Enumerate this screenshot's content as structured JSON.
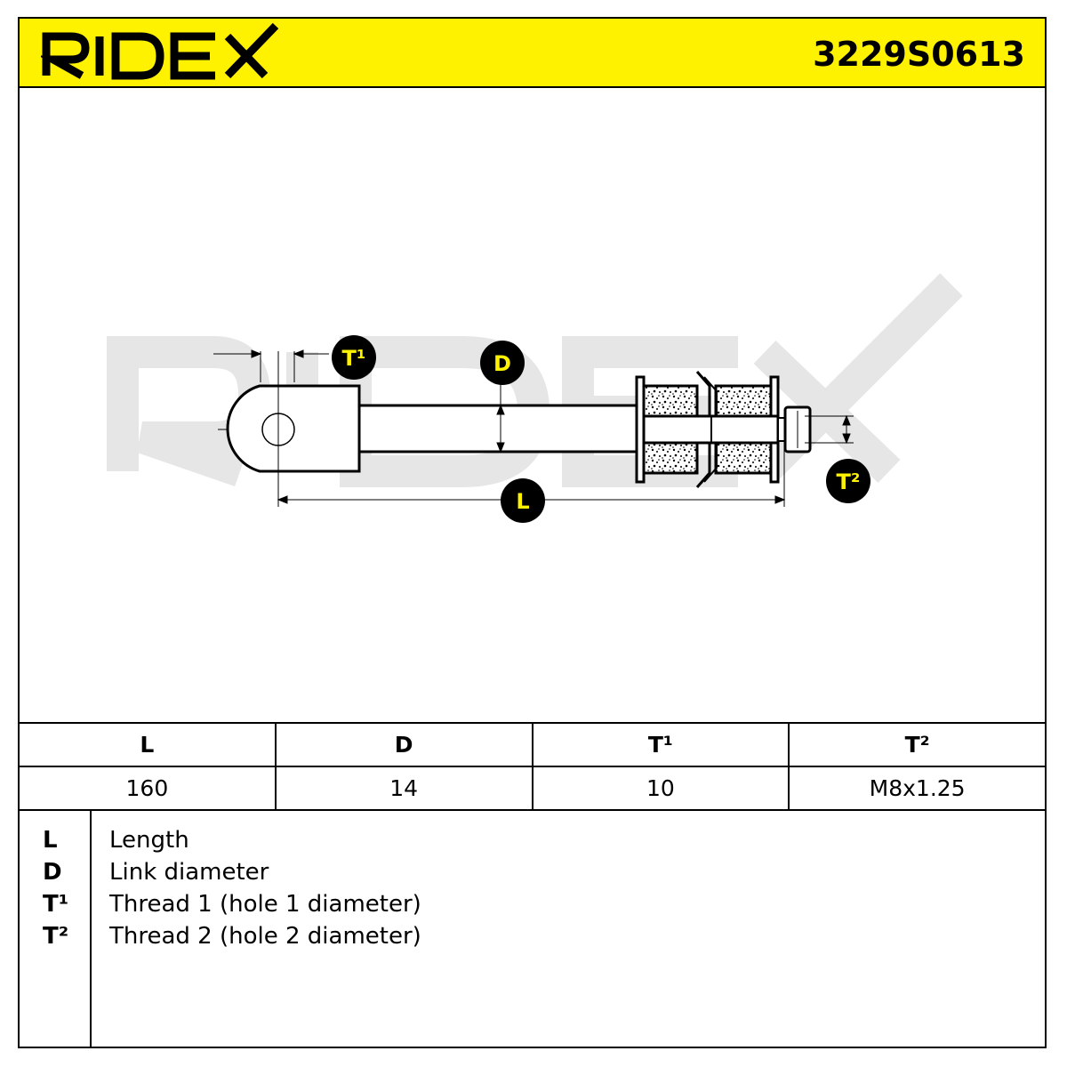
{
  "brand": {
    "logo_text": "RIDEX",
    "part_number": "3229S0613"
  },
  "colors": {
    "accent": "#fff200",
    "badge": "#000000",
    "badge_text": "#fff200",
    "watermark": "#e6e6e6"
  },
  "diagram": {
    "labels": {
      "t1": "T¹",
      "d": "D",
      "l": "L",
      "t2": "T²"
    }
  },
  "table": {
    "headers": [
      "L",
      "D",
      "T¹",
      "T²"
    ],
    "values": [
      "160",
      "14",
      "10",
      "M8x1.25"
    ]
  },
  "legend": [
    {
      "key": "L",
      "text": "Length"
    },
    {
      "key": "D",
      "text": "Link diameter"
    },
    {
      "key": "T¹",
      "text": "Thread 1 (hole 1 diameter)"
    },
    {
      "key": "T²",
      "text": "Thread 2 (hole 2 diameter)"
    }
  ]
}
